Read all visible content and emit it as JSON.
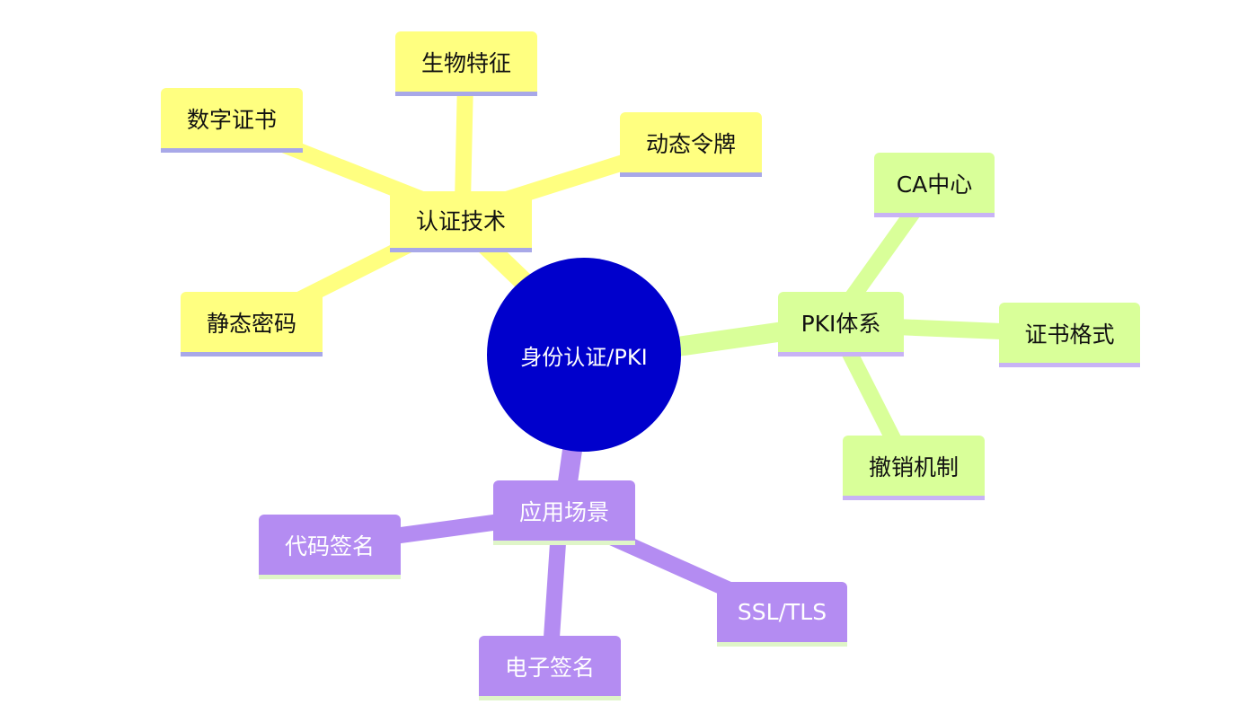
{
  "root": {
    "label": "身份认证/PKI"
  },
  "branches": {
    "auth": {
      "label": "认证技术",
      "color": "#ffff80",
      "children": [
        "数字证书",
        "生物特征",
        "动态令牌",
        "静态密码"
      ]
    },
    "pki": {
      "label": "PKI体系",
      "color": "#d9ff99",
      "children": [
        "CA中心",
        "证书格式",
        "撤销机制"
      ]
    },
    "apps": {
      "label": "应用场景",
      "color": "#b48cf2",
      "children": [
        "代码签名",
        "SSL/TLS",
        "电子签名"
      ]
    }
  },
  "colors": {
    "root": "#0000cc",
    "yellow_edge": "#ffff80",
    "green_edge": "#d9ff99",
    "purple_edge": "#b48cf2"
  }
}
